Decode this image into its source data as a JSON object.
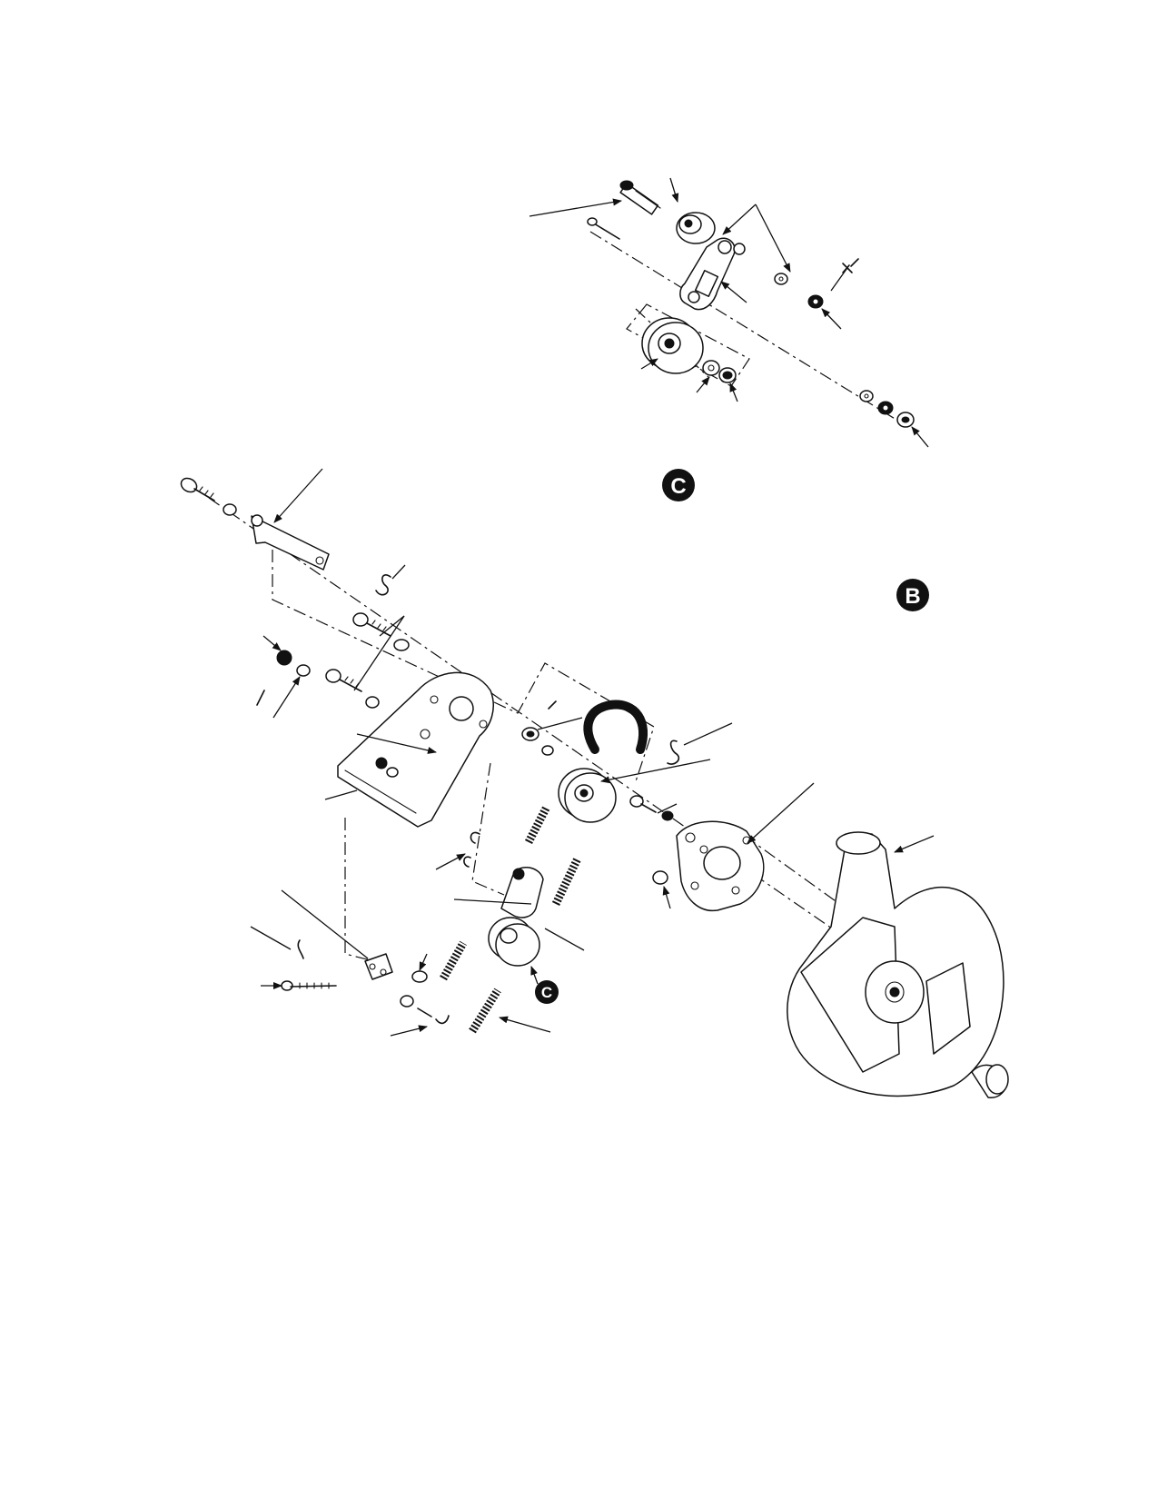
{
  "detail_labels": {
    "detail_c": "C",
    "detail_b": "B",
    "callout_c": "C"
  },
  "colors": {
    "ink": "#111111",
    "paper": "#ffffff"
  }
}
